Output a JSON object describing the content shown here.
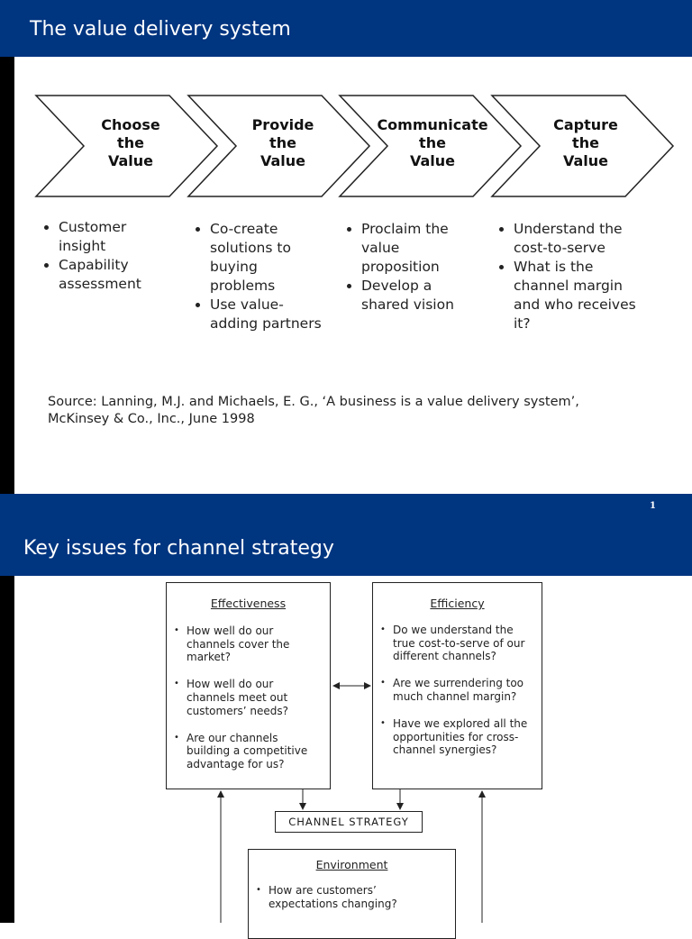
{
  "slide1": {
    "title": "The value delivery system",
    "steps": [
      {
        "lines": [
          "Choose",
          "the",
          "Value"
        ],
        "bullets": [
          "Customer insight",
          "Capability assessment"
        ]
      },
      {
        "lines": [
          "Provide",
          "the",
          "Value"
        ],
        "bullets": [
          "Co-create solutions to buying problems",
          "Use value-adding partners"
        ]
      },
      {
        "lines": [
          "Communicate",
          "the",
          "Value"
        ],
        "bullets": [
          "Proclaim the value proposition",
          "Develop a shared vision"
        ]
      },
      {
        "lines": [
          "Capture",
          "the",
          "Value"
        ],
        "bullets": [
          "Understand the cost-to-serve",
          "What is the channel margin and who receives it?"
        ]
      }
    ],
    "source_line1": "Source: Lanning, M.J. and Michaels, E. G., ‘A business is a value delivery system’,",
    "source_line2": "McKinsey & Co., Inc., June 1998",
    "page_number": "1"
  },
  "slide2": {
    "title": "Key issues for channel strategy",
    "effectiveness": {
      "title": "Effectiveness",
      "bullets": [
        "How well do  our channels cover the market?",
        "How well do our channels meet out customers’ needs?",
        "Are our channels building a competitive advantage for us?"
      ]
    },
    "efficiency": {
      "title": "Efficiency",
      "bullets": [
        "Do we understand the true cost-to-serve of our different channels?",
        "Are we surrendering too much channel margin?",
        "Have we explored all the opportunities for cross-channel synergies?"
      ]
    },
    "strategy_label": "CHANNEL STRATEGY",
    "environment": {
      "title": "Environment",
      "bullets": [
        "How are customers’ expectations changing?"
      ]
    }
  },
  "colors": {
    "banner": "#003580",
    "sidebar": "#000000"
  }
}
